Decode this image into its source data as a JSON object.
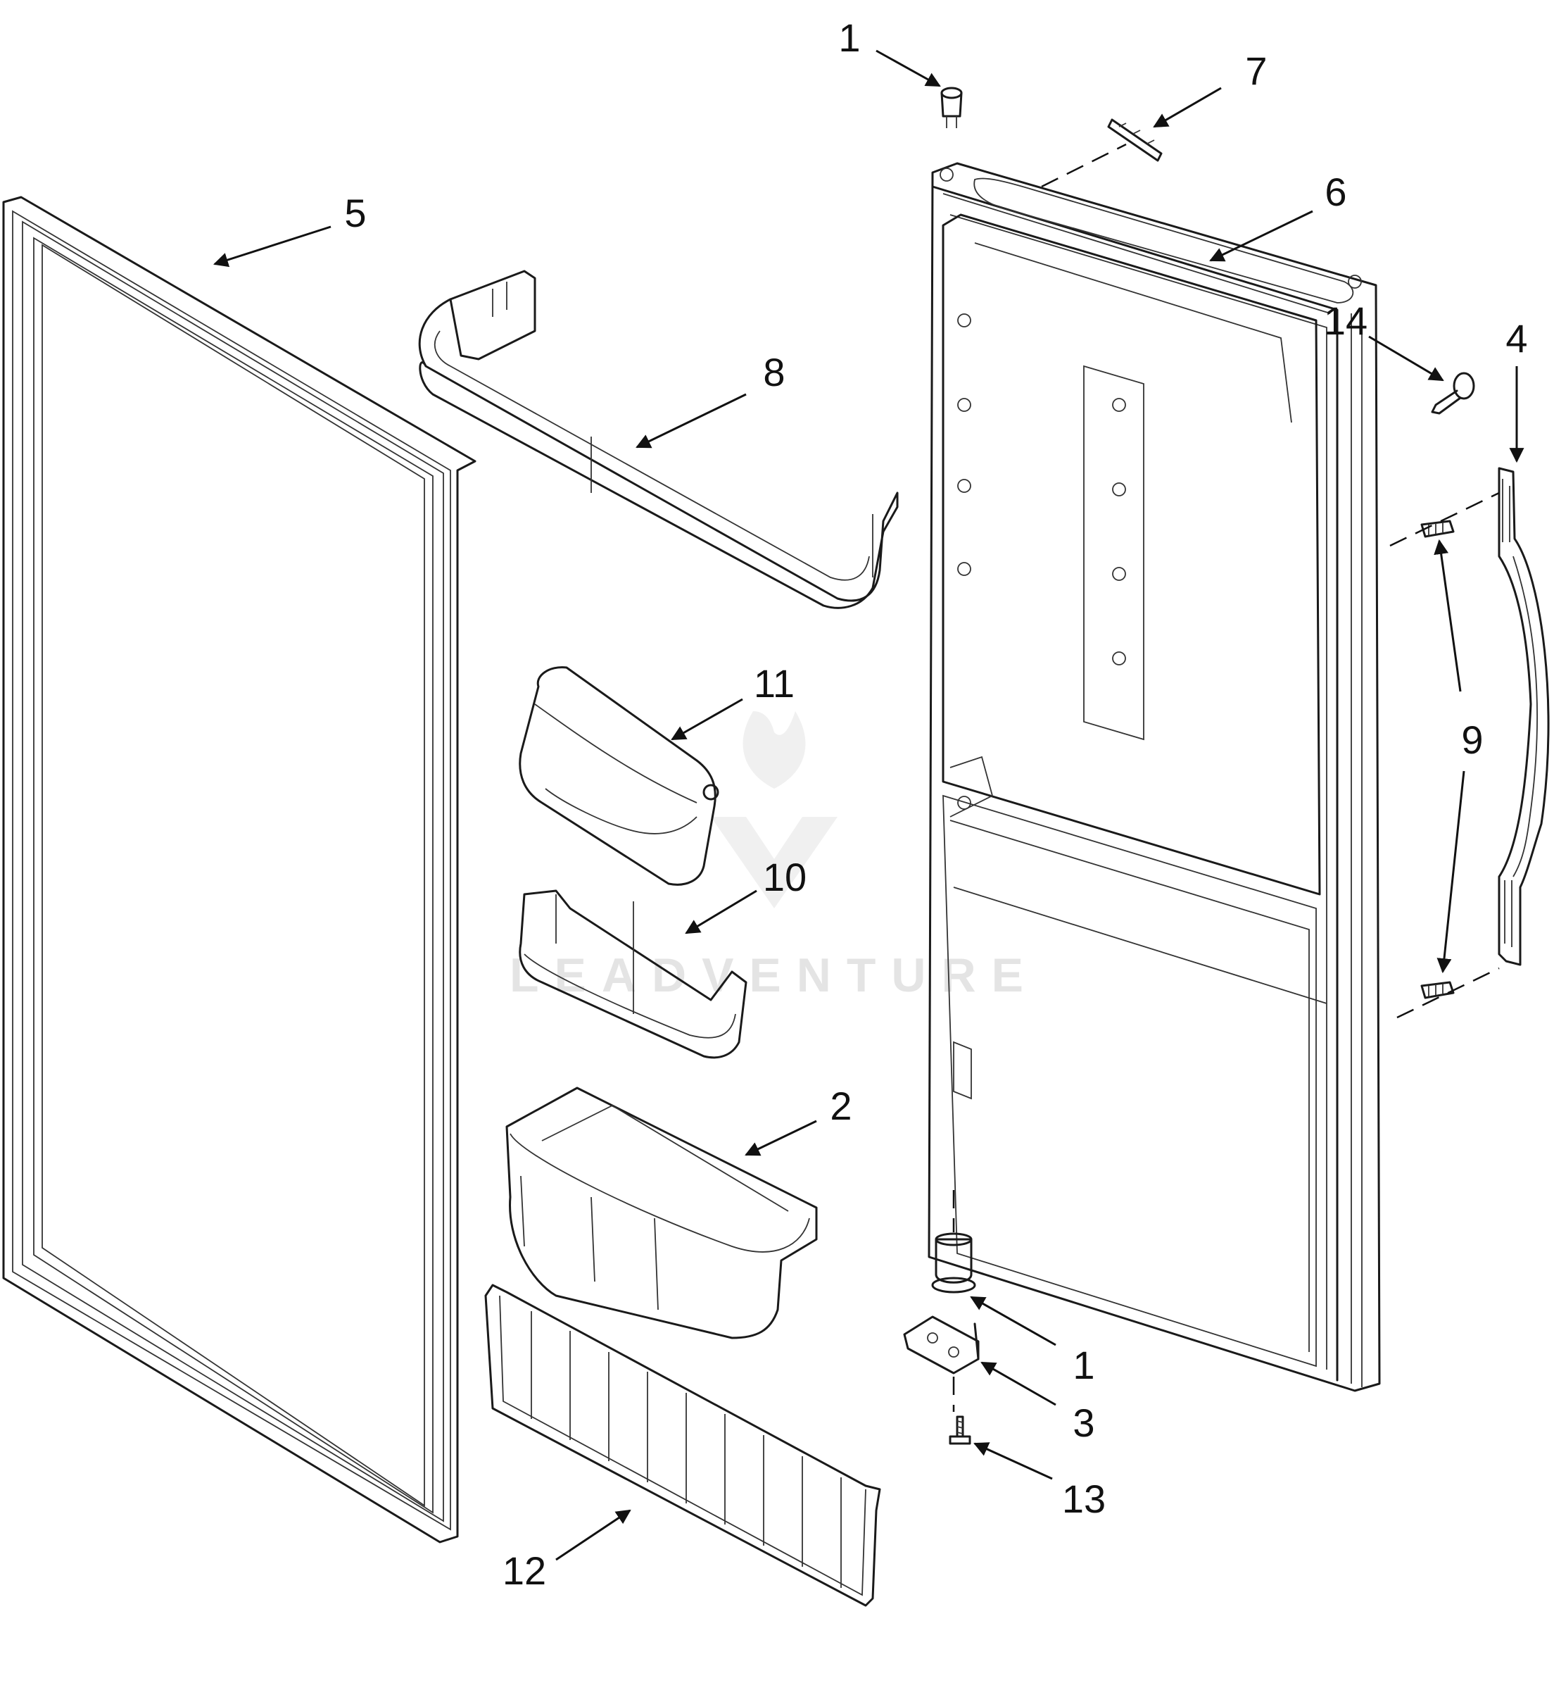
{
  "callouts": {
    "c1_top": "1",
    "c7": "7",
    "c6": "6",
    "c5": "5",
    "c14": "14",
    "c4": "4",
    "c8": "8",
    "c9": "9",
    "c11": "11",
    "c10": "10",
    "c2": "2",
    "c1_bottom": "1",
    "c3": "3",
    "c13": "13",
    "c12": "12"
  },
  "watermark": "LEADVENTURE"
}
